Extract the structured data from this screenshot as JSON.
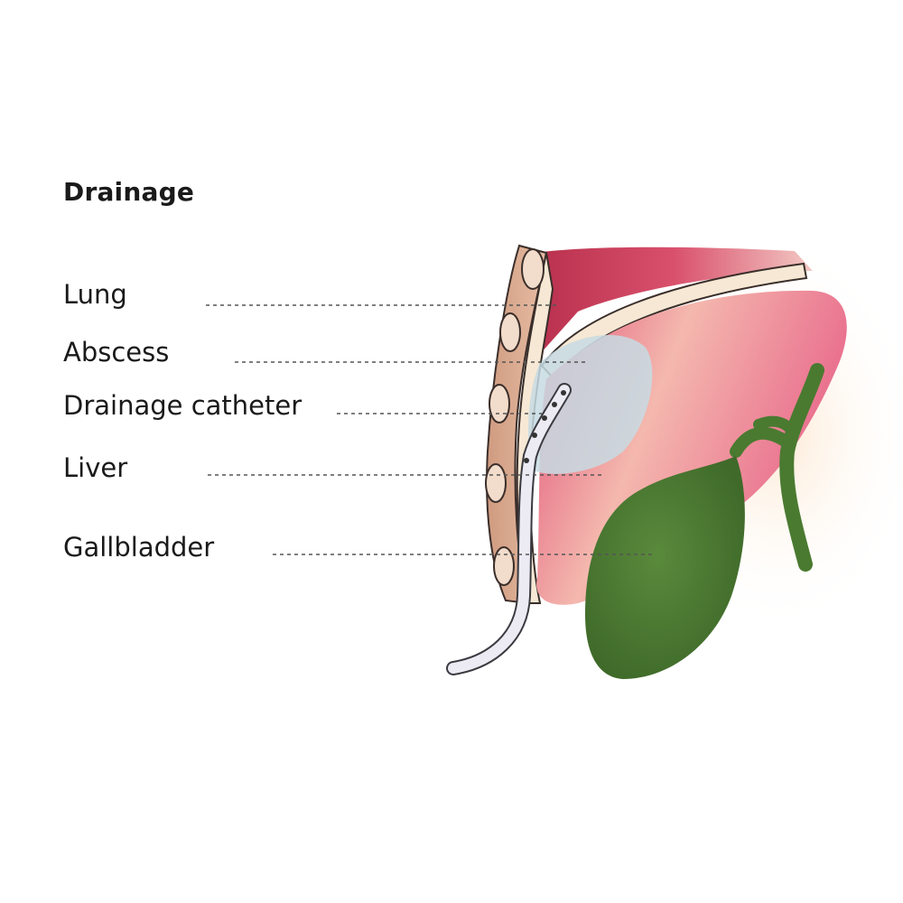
{
  "figure": {
    "title": "Drainage",
    "labels": {
      "lung": "Lung",
      "abscess": "Abscess",
      "catheter": "Drainage catheter",
      "liver": "Liver",
      "gallbladder": "Gallbladder"
    }
  },
  "colors": {
    "chest_wall": "#dcae94",
    "rib": "#f2dccb",
    "pleura": "#f7ead6",
    "lung": "#c53a57",
    "liver": "#e0557a",
    "liver_highlight": "#f2b4ad",
    "abscess": "#c8dce4",
    "catheter": "#ecebf2",
    "gallbladder": "#4f7a35",
    "bile_duct": "#3f6a2c",
    "leader_line": "#555555"
  }
}
